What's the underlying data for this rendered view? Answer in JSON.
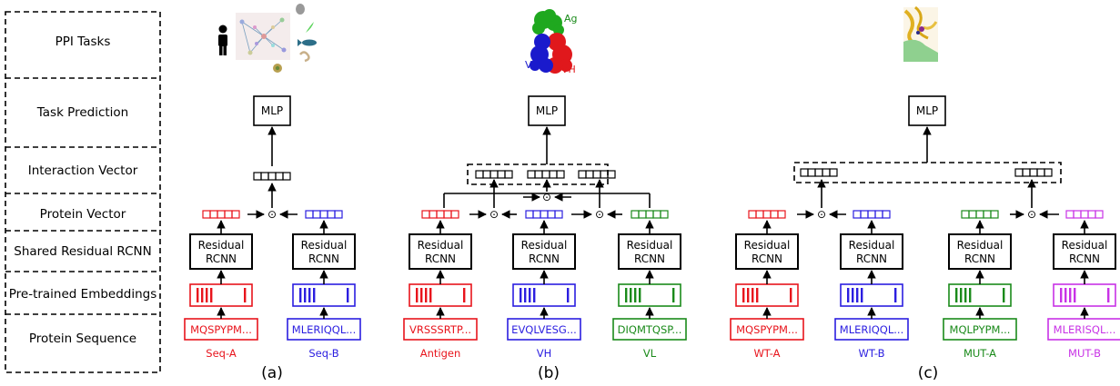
{
  "labels": {
    "ppi_tasks": "PPI Tasks",
    "task_prediction": "Task Prediction",
    "interaction_vector": "Interaction Vector",
    "protein_vector": "Protein Vector",
    "shared_residual_rcnn": "Shared Residual RCNN",
    "pretrained_embeddings": "Pre-trained Embeddings",
    "protein_sequence": "Protein Sequence"
  },
  "common": {
    "mlp": "MLP",
    "residual": "Residual",
    "rcnn": "RCNN",
    "product_symbol": "⊙"
  },
  "structure_labels": {
    "ag": "Ag",
    "vl": "VL",
    "vh": "VH"
  },
  "colors": {
    "red": "#e8141c",
    "blue": "#2b1ee0",
    "green": "#1a8a1a",
    "magenta": "#c832e6",
    "black": "#000000"
  },
  "panels": {
    "a": {
      "caption": "(a)",
      "sequences": [
        {
          "text": "MQSPYPM...",
          "name": "Seq-A",
          "color": "red"
        },
        {
          "text": "MLERIQQL...",
          "name": "Seq-B",
          "color": "blue"
        }
      ]
    },
    "b": {
      "caption": "(b)",
      "sequences": [
        {
          "text": "VRSSSRTP...",
          "name": "Antigen",
          "color": "red"
        },
        {
          "text": "EVQLVESG...",
          "name": "VH",
          "color": "blue"
        },
        {
          "text": "DIQMTQSP...",
          "name": "VL",
          "color": "green"
        }
      ]
    },
    "c": {
      "caption": "(c)",
      "sequences": [
        {
          "text": "MQSPYPM...",
          "name": "WT-A",
          "color": "red"
        },
        {
          "text": "MLERIQQL...",
          "name": "WT-B",
          "color": "blue"
        },
        {
          "text": "MQLPYPM...",
          "name": "MUT-A",
          "color": "green"
        },
        {
          "text": "MLERISQL...",
          "name": "MUT-B",
          "color": "magenta"
        }
      ]
    }
  }
}
